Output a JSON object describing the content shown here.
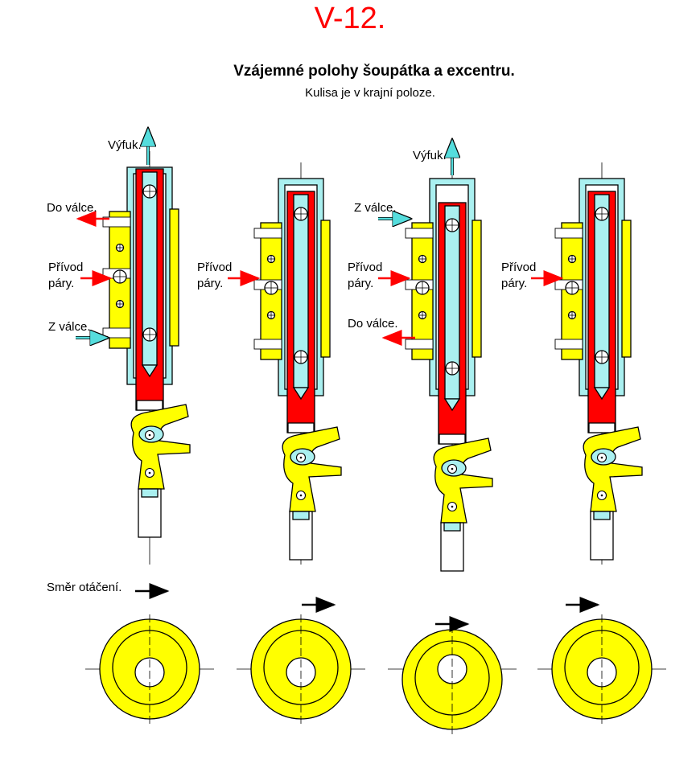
{
  "page_id": "V-12.",
  "title": "Vzájemné polohy šoupátka a excentru.",
  "subtitle": "Kulisa je v krajní poloze.",
  "labels": {
    "vyfuk_1": "Výfuk.",
    "do_valce_1": "Do válce.",
    "privod_1_a": "Přívod",
    "privod_1_b": "páry.",
    "z_valce_1": "Z válce.",
    "privod_2_a": "Přívod",
    "privod_2_b": "páry.",
    "vyfuk_3": "Výfuk.",
    "z_valce_3": "Z válce.",
    "privod_3_a": "Přívod",
    "privod_3_b": "páry.",
    "do_valce_3": "Do válce.",
    "privod_4_a": "Přívod",
    "privod_4_b": "páry.",
    "smer_otaceni": "Směr otáčení."
  },
  "colors": {
    "heading_red": "#ff0000",
    "piston_red": "#ff0000",
    "yellow": "#ffff00",
    "cyan": "#aaf0f0",
    "arrow_red": "#ff0000",
    "arrow_cyan": "#55dddd",
    "outline": "#000000"
  }
}
